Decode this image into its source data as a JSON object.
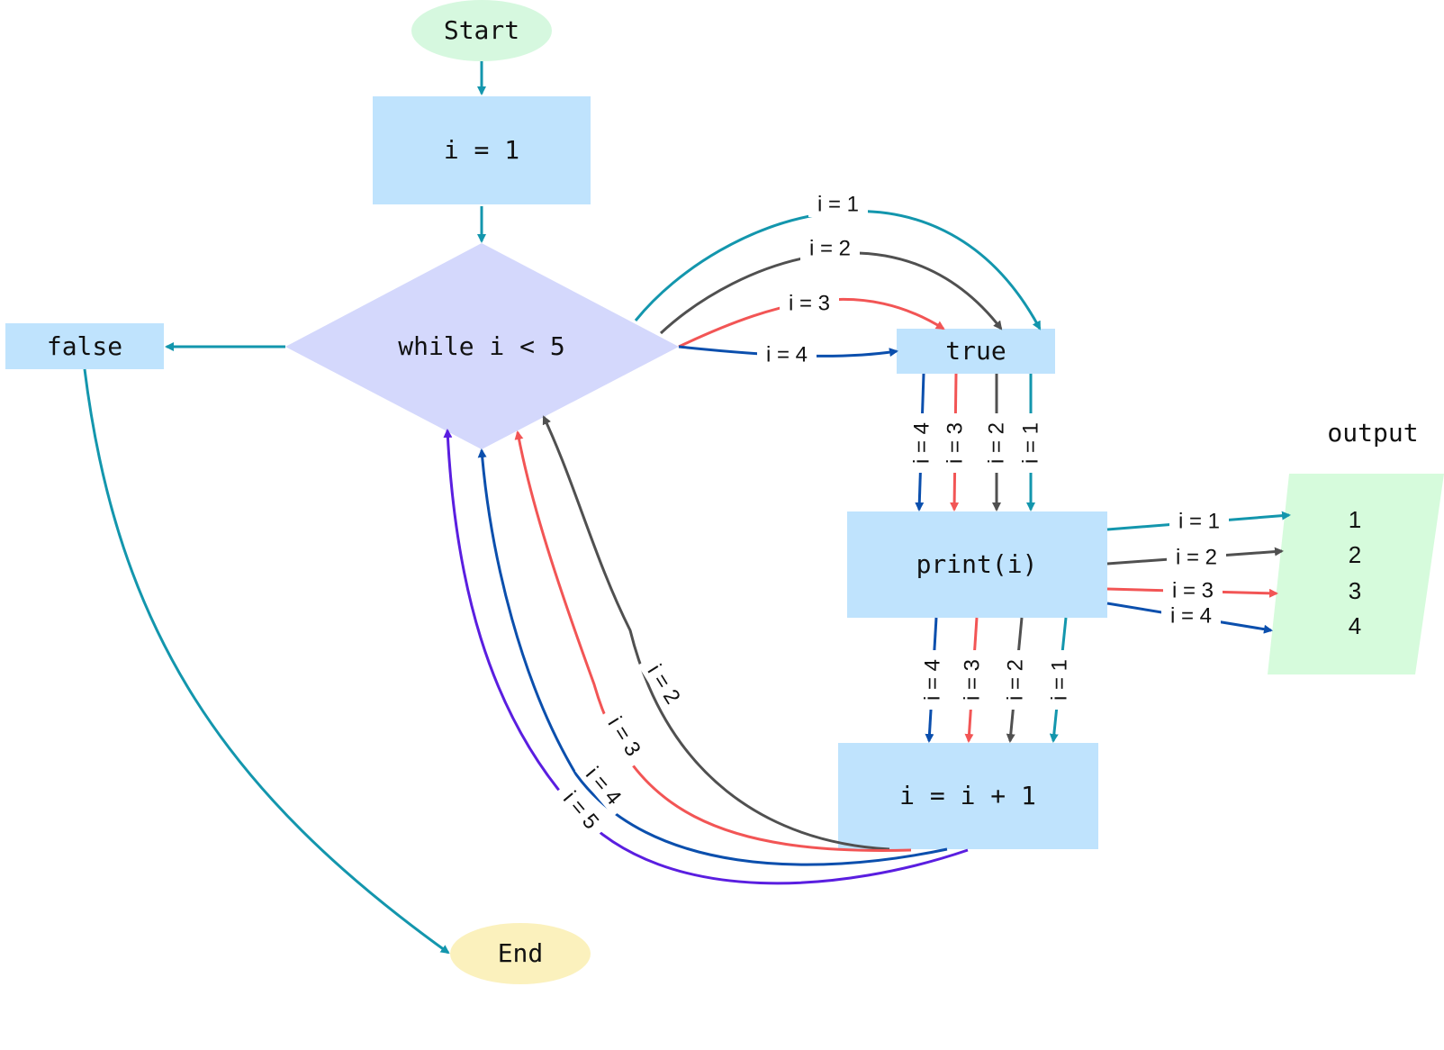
{
  "colors": {
    "cyan": "#1396ad",
    "gray": "#505050",
    "red": "#f25555",
    "blue": "#0b4fad",
    "purple": "#5a1ee0",
    "node_blue": "#bfe3fd",
    "diamond": "#d4d8fc",
    "start_fill": "#d6f8df",
    "end_fill": "#fbf1bd",
    "output_fill": "#d6fbdc"
  },
  "nodes": {
    "start": "Start",
    "init": "i = 1",
    "condition": "while i < 5",
    "false_branch": "false",
    "true_branch": "true",
    "print": "print(i)",
    "increment": "i = i + 1",
    "end": "End",
    "output_title": "output",
    "output_values": [
      "1",
      "2",
      "3",
      "4"
    ]
  },
  "edge_labels": {
    "cond_to_true": [
      "i = 1",
      "i = 2",
      "i = 3",
      "i = 4"
    ],
    "true_to_print": [
      "i = 4",
      "i = 3",
      "i = 2",
      "i = 1"
    ],
    "print_to_output": [
      "i = 1",
      "i = 2",
      "i = 3",
      "i = 4"
    ],
    "print_to_increment": [
      "i = 4",
      "i = 3",
      "i = 2",
      "i = 1"
    ],
    "increment_to_cond": [
      "i = 2",
      "i = 3",
      "i = 4",
      "i = 5"
    ]
  }
}
